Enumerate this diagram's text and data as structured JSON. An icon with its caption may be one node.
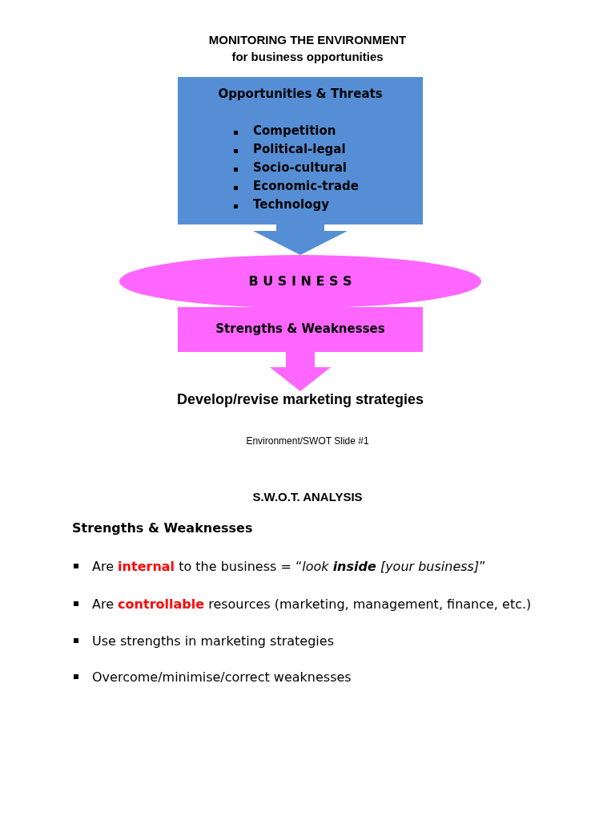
{
  "diagram": {
    "title": "MONITORING THE ENVIRONMENT",
    "nodes": [
      {
        "text": [
          "Opportunities & Threats",
          "Competition",
          "Political-legal",
          "Socio-cultural",
          "Economic-trade",
          "Technology"
        ]
      },
      {
        "text": [
          "B U S I N E S S"
        ]
      },
      {
        "text": [
          "Strengths & Weaknesses"
        ]
      },
      {
        "text": [
          "Develop/revise marketing strategies"
        ]
      }
    ],
    "edges": [
      {
        "from": 0,
        "to": 1,
        "arrow": "to"
      },
      {
        "from": 2,
        "to": 3,
        "arrow": "to"
      }
    ],
    "labels": [
      "for business opportunities",
      "Environment/SWOT Slide #1",
      "S.W.O.T. ANALYSIS",
      "Strengths & Weaknesses",
      "Are **internal** to the business  = “*look* **inside** *[your business]*”",
      "Are **controllable** resources (marketing, management, finance, etc.)",
      "Use strengths in marketing strategies",
      "Overcome/minimise/correct weaknesses"
    ]
  }
}
